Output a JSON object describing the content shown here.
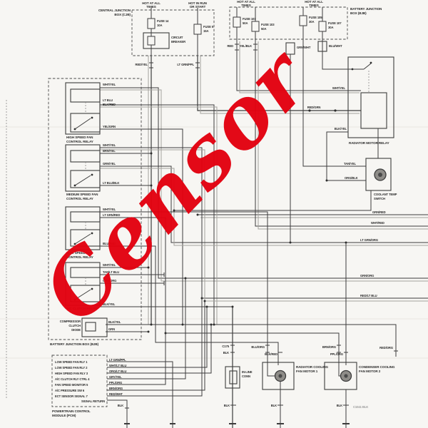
{
  "watermark": "Censor",
  "power": [
    [
      "HOT AT ALL",
      "TIMES"
    ],
    [
      "HOT IN RUN",
      "OR START"
    ],
    [
      "HOT AT ALL",
      "TIMES"
    ],
    [
      "HOT AT ALL",
      "TIMES"
    ]
  ],
  "boxes": {
    "cjb": [
      "CENTRAL JUNCTION",
      "BOX (CJB)"
    ],
    "bjb_top": [
      "BATTERY JUNCTION",
      "BOX (BJB)"
    ],
    "bjb_left": "BATTERY JUNCTION BOX (BJB)",
    "pcm": [
      "POWERTRAIN CONTROL",
      "MODULE (PCM)"
    ],
    "motor_relay": "RADIATOR MOTOR RELAY"
  },
  "fuses": {
    "cjb": [
      [
        "FUSE 14",
        "10A"
      ],
      [
        "FUSE 5",
        "15A"
      ]
    ],
    "breaker": [
      "CIRCUIT",
      "BREAKER"
    ],
    "bjb": [
      [
        "FUSE 101",
        "50A"
      ],
      [
        "FUSE 103",
        "50A"
      ],
      [
        "FUSE 105",
        "30A"
      ],
      [
        "FUSE 107",
        "30A"
      ]
    ]
  },
  "relays": [
    [
      "HIGH SPEED FAN",
      "CONTROL RELAY"
    ],
    [
      "MEDIUM SPEED FAN",
      "CONTROL RELAY"
    ],
    [
      "LOW SPEED FAN",
      "CONTROL RELAY"
    ],
    [
      "A/C CLUTCH RELAY",
      ""
    ]
  ],
  "components": {
    "sensor": [
      "COOLANT TEMP",
      "SWITCH"
    ],
    "fan1": [
      "RADIATOR COOLING",
      "FAN MOTOR 1"
    ],
    "fan2": [
      "CONDENSER COOLING",
      "FAN MOTOR 2"
    ],
    "diode": [
      "COMPRESSOR",
      "CLUTCH",
      "DIODE"
    ],
    "plug": [
      "IN-LINE",
      "CONN"
    ]
  },
  "pcm": {
    "pins": [
      "LOW SPEED FAN RLY 1",
      "LOW SPEED FAN RLY 2",
      "HIGH SPEED FAN RLY 3",
      "A/C CLUTCH RLY CTRL 4",
      "FAN SPEED MONITOR 5",
      "A/C PRESSURE SW 6",
      "ECT SENSOR SIGNAL 7",
      "SIGNAL RETURN"
    ]
  },
  "wires": [
    "WHT/YEL",
    "LT BLU",
    "BLK/RED",
    "YEL/GRN",
    "WHT/YEL",
    "BRN/YEL",
    "GRN/YEL",
    "LT BLU/BLK",
    "WHT/YEL",
    "LT GRN/RED",
    "BLU/RED",
    "WHT/YEL",
    "TAN/LT BLU",
    "GRN/ORG",
    "BLK/YEL",
    "BLK/YEL",
    "GRN",
    "TAN/YEL",
    "ORG/BLK",
    "GRN/RED",
    "WHT/RED",
    "LT GRN/ORG",
    "GRN/ORG",
    "RED/LT BLU",
    "BLK/YEL",
    "BLU/ORG",
    "BLK/RED",
    "BRN/ORG",
    "PPL/ORG",
    "RED/ORG",
    "BLK",
    "BLK",
    "BLK",
    "RED/YEL",
    "LT GRN/PPL",
    "RED",
    "YEL/BLK",
    "GRN/WHT",
    "BLU/WHT",
    "C175",
    "BLK",
    "LT GRN/PPL",
    "WHT/LT BLU",
    "ORG/LT BLU",
    "GRY/YEL",
    "PPL/ORG",
    "BRN/ORG",
    "RED/WHT",
    "RED/GRN",
    "BLK",
    "C1041 BLK",
    "WHT/YEL"
  ]
}
